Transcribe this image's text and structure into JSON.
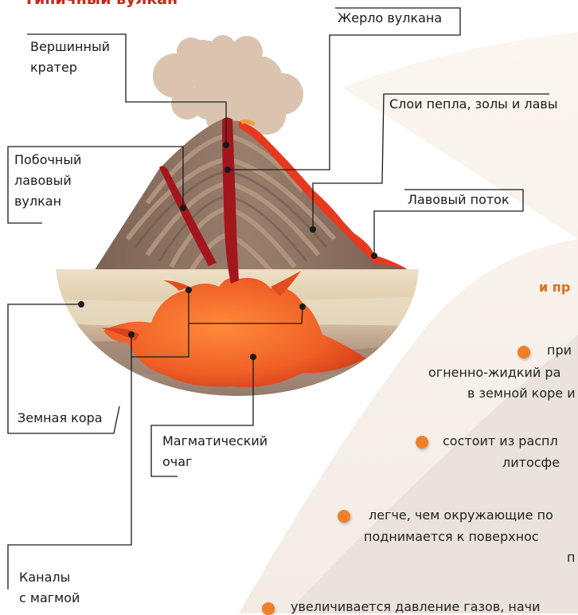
{
  "title": "Типичный вулкан",
  "labels": {
    "vent": "Жерло вулкана",
    "summit_crater_l1": "Вершинный",
    "summit_crater_l2": "кратер",
    "layers": "Слои пепла, золы и лавы",
    "side_volcano_l1": "Побочный",
    "side_volcano_l2": "лавовый",
    "side_volcano_l3": "вулкан",
    "lava_flow": "Лавовый поток",
    "crust": "Земная кора",
    "magma_chamber_l1": "Магматический",
    "magma_chamber_l2": "очаг",
    "channels_l1": "Каналы",
    "channels_l2": "с магмой"
  },
  "right_panel": {
    "heading": "и пр",
    "items": [
      "при",
      "огненно-жидкий ра",
      "в земной коре и",
      "состоит из распл",
      "литосфе",
      "легче, чем окружающие по",
      "поднимается к поверхнос",
      "п",
      "увеличивается давление газов, начи"
    ]
  },
  "colors": {
    "title": "#c7261a",
    "accent": "#f07f2c",
    "lava": "#e8391f",
    "magma": "#ef6a2a",
    "mountain": "#8a6f60",
    "channel": "#a3161c"
  }
}
